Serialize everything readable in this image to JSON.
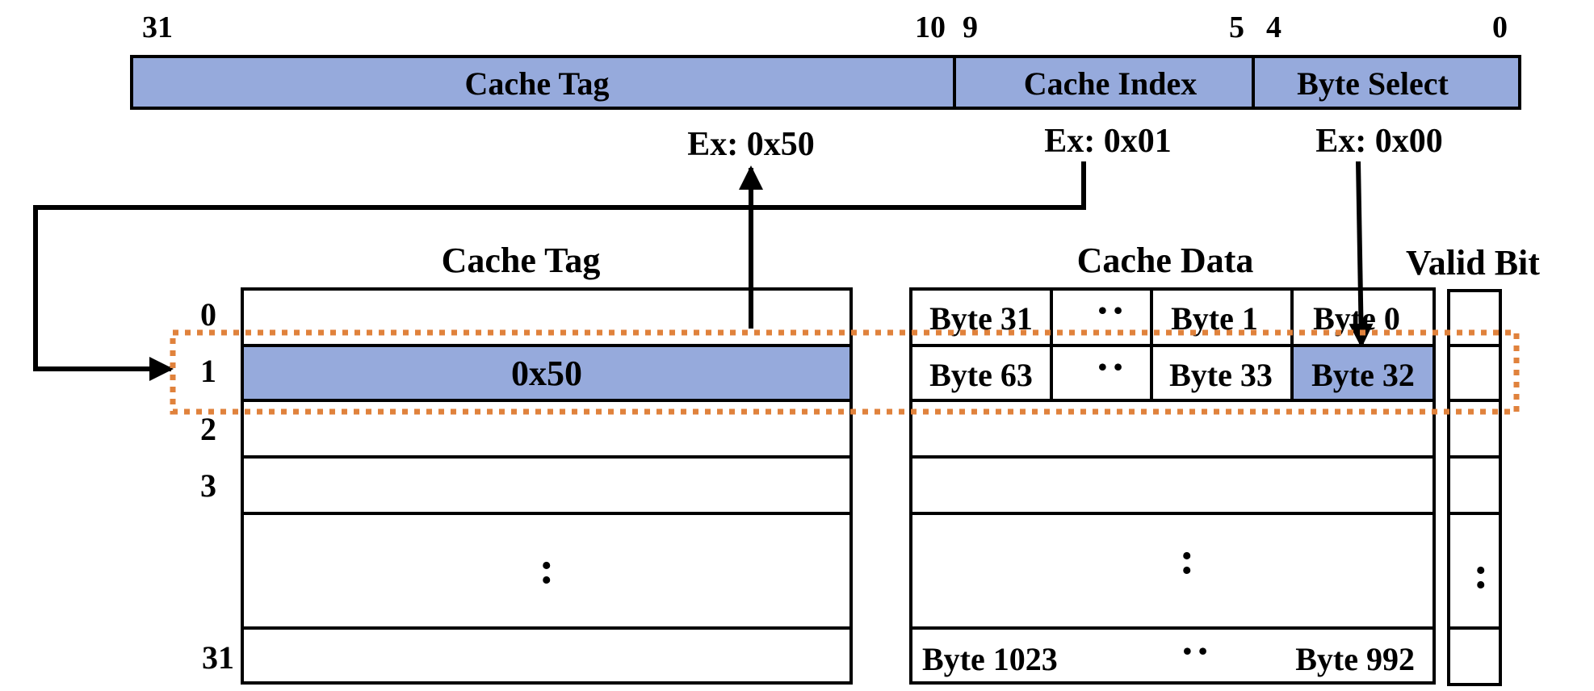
{
  "address": {
    "bit_labels": [
      "31",
      "10",
      "9",
      "5",
      "4",
      "0"
    ],
    "fields": [
      {
        "label": "Cache Tag",
        "example": "Ex: 0x50"
      },
      {
        "label": "Cache Index",
        "example": "Ex: 0x01"
      },
      {
        "label": "Byte Select",
        "example": "Ex: 0x00"
      }
    ]
  },
  "tag_array": {
    "title": "Cache Tag",
    "row_labels": [
      "0",
      "1",
      "2",
      "3",
      "31"
    ],
    "selected_value": "0x50",
    "ellipsis": ":"
  },
  "data_array": {
    "title": "Cache Data",
    "row0": [
      "Byte 31",
      "• •",
      "Byte 1",
      "Byte 0"
    ],
    "row1": [
      "Byte 63",
      "• •",
      "Byte 33",
      "Byte 32"
    ],
    "last_row": [
      "Byte 1023",
      "• •",
      "Byte 992"
    ],
    "ellipsis": ":"
  },
  "valid_array": {
    "title": "Valid Bit",
    "ellipsis": ":"
  },
  "colors": {
    "field_fill": "#96aadc",
    "highlight_dash": "#e0823c",
    "line": "#000000"
  }
}
